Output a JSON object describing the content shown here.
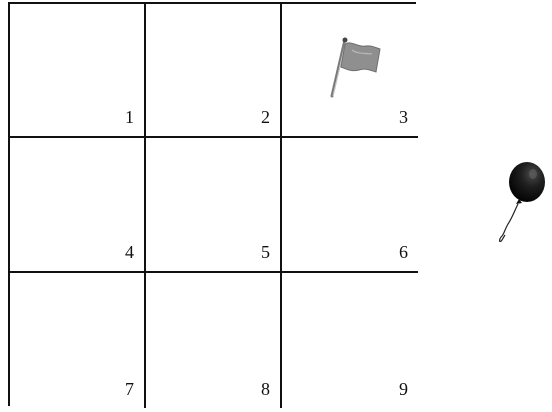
{
  "board": {
    "cells": [
      {
        "label": "1"
      },
      {
        "label": "2"
      },
      {
        "label": "3",
        "has_flag": true
      },
      {
        "label": "4"
      },
      {
        "label": "5"
      },
      {
        "label": "6"
      },
      {
        "label": "7"
      },
      {
        "label": "8"
      },
      {
        "label": "9"
      }
    ]
  },
  "icons": {
    "flag": "flag-icon",
    "balloon": "balloon-icon"
  },
  "colors": {
    "grid_line": "#111111",
    "flag_fill": "#8f8f8f",
    "balloon_fill": "#1c1c1c"
  }
}
